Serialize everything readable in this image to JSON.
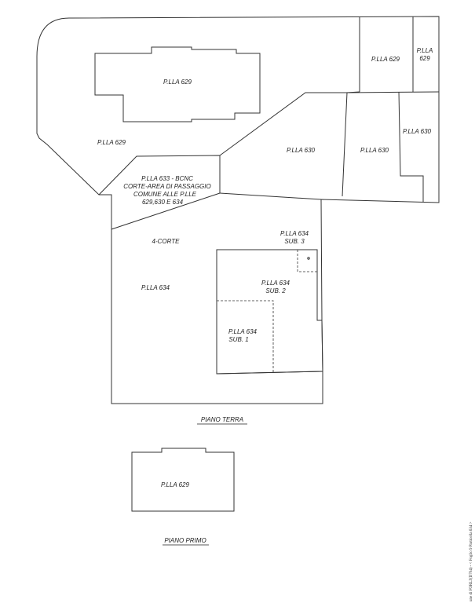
{
  "labels": {
    "p629_main": "P.LLA 629",
    "p629_west": "P.LLA 629",
    "p629_ne1": "P.LLA 629",
    "p629_ne2_l1": "P.LLA",
    "p629_ne2_l2": "629",
    "p630_a": "P.LLA 630",
    "p630_b": "P.LLA 630",
    "p630_c": "P.LLA 630",
    "p633_l1": "P.LLA 633 - BCNC",
    "p633_l2": "CORTE-AREA DI PASSAGGIO",
    "p633_l3": "COMUNE ALLE P.LLE",
    "p633_l4": "629,630 E 634",
    "corte": "4-CORTE",
    "p634_main": "P.LLA 634",
    "sub3_l1": "P.LLA 634",
    "sub3_l2": "SUB. 3",
    "sub2_l1": "P.LLA 634",
    "sub2_l2": "SUB. 2",
    "sub1_l1": "P.LLA 634",
    "sub1_l2": "SUB. 1",
    "p629_first": "P.LLA 629"
  },
  "titles": {
    "ground_floor": "PIANO TERRA",
    "first_floor": "PIANO PRIMO"
  },
  "side_note": "une di FORLI'(D704) - < Foglio 9 Particella 634 >"
}
